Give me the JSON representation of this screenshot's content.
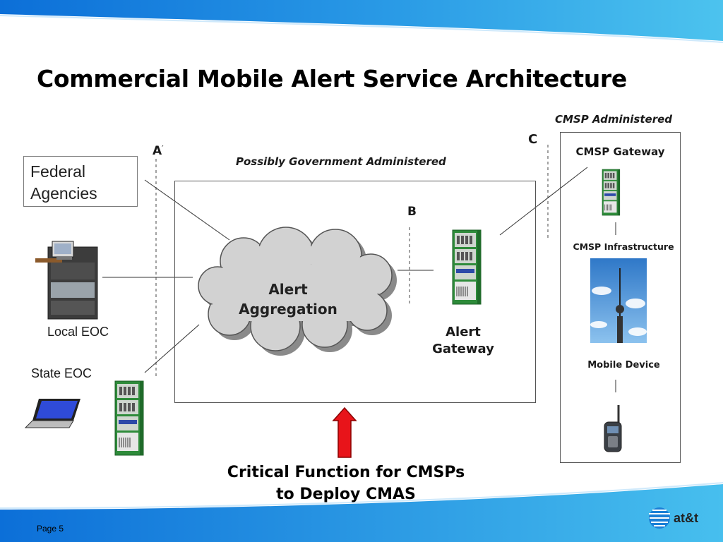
{
  "slide": {
    "title": "Commercial Mobile Alert Service Architecture",
    "page_label": "Page 5",
    "brand": "at&t"
  },
  "diagram": {
    "labels": {
      "cmsp_administered": "CMSP Administered",
      "gov_administered": "Possibly Government Administered",
      "point_a": "A",
      "point_a_mark": "′",
      "point_b": "B",
      "point_c": "C",
      "federal_line1": "Federal",
      "federal_line2": "Agencies",
      "local_eoc": "Local EOC",
      "state_eoc": "State EOC",
      "cloud_line1": "Alert",
      "cloud_line2": "Aggregation",
      "gateway_line1": "Alert",
      "gateway_line2": "Gateway",
      "cmsp_gateway": "CMSP Gateway",
      "cmsp_infrastructure": "CMSP Infrastructure",
      "mobile_device": "Mobile Device",
      "critical_line1": "Critical Function for CMSPs",
      "critical_line2": "to Deploy CMAS"
    },
    "colors": {
      "header_blue": "#1e88e5",
      "server_green": "#2e8b3a",
      "arrow_red": "#e8141a",
      "cloud_fill": "#d0d0d0"
    },
    "icons": [
      "server-rack-icon",
      "laptop-icon",
      "tv-tower-photo",
      "mobile-phone-icon",
      "att-globe-icon"
    ]
  }
}
